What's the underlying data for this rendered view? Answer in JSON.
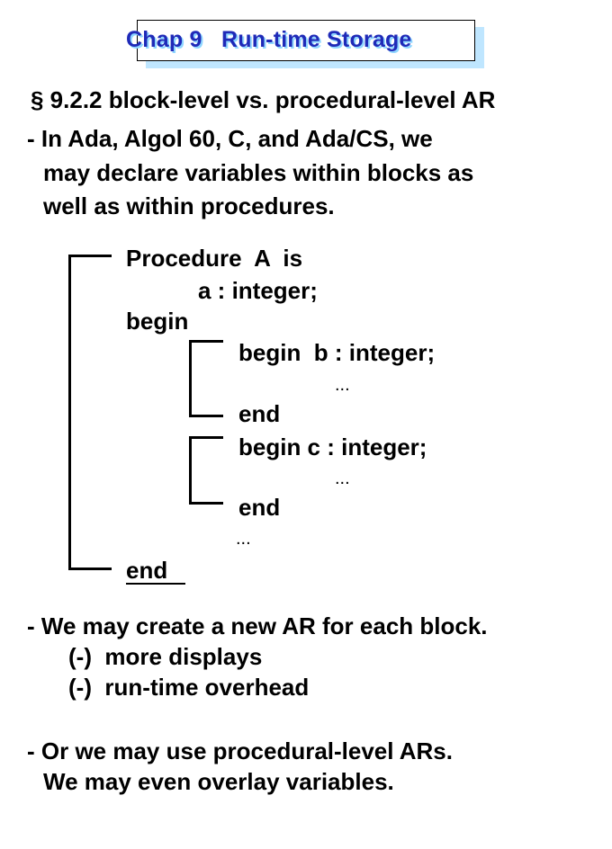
{
  "title": "Chap 9   Run-time Storage",
  "section_heading": "§ 9.2.2 block-level vs. procedural-level AR",
  "intro": [
    "- In Ada, Algol 60, C, and Ada/CS, we",
    "may declare variables within blocks as",
    "well as within procedures."
  ],
  "code": {
    "proc_header": "Procedure  A  is",
    "decl_a": "a : integer;",
    "begin": "begin",
    "block1_begin": "begin  b : integer;",
    "ellipsis1": "...",
    "block1_end": "end",
    "block2_begin": "begin c : integer;",
    "ellipsis2": "...",
    "block2_end": "end",
    "ellipsis3": "...",
    "proc_end": "end"
  },
  "points": [
    "- We may create a new AR for each block.",
    "(-)  more displays",
    "(-)  run-time overhead"
  ],
  "conclusion": [
    "- Or we may use procedural-level ARs.",
    "We may even overlay variables."
  ]
}
